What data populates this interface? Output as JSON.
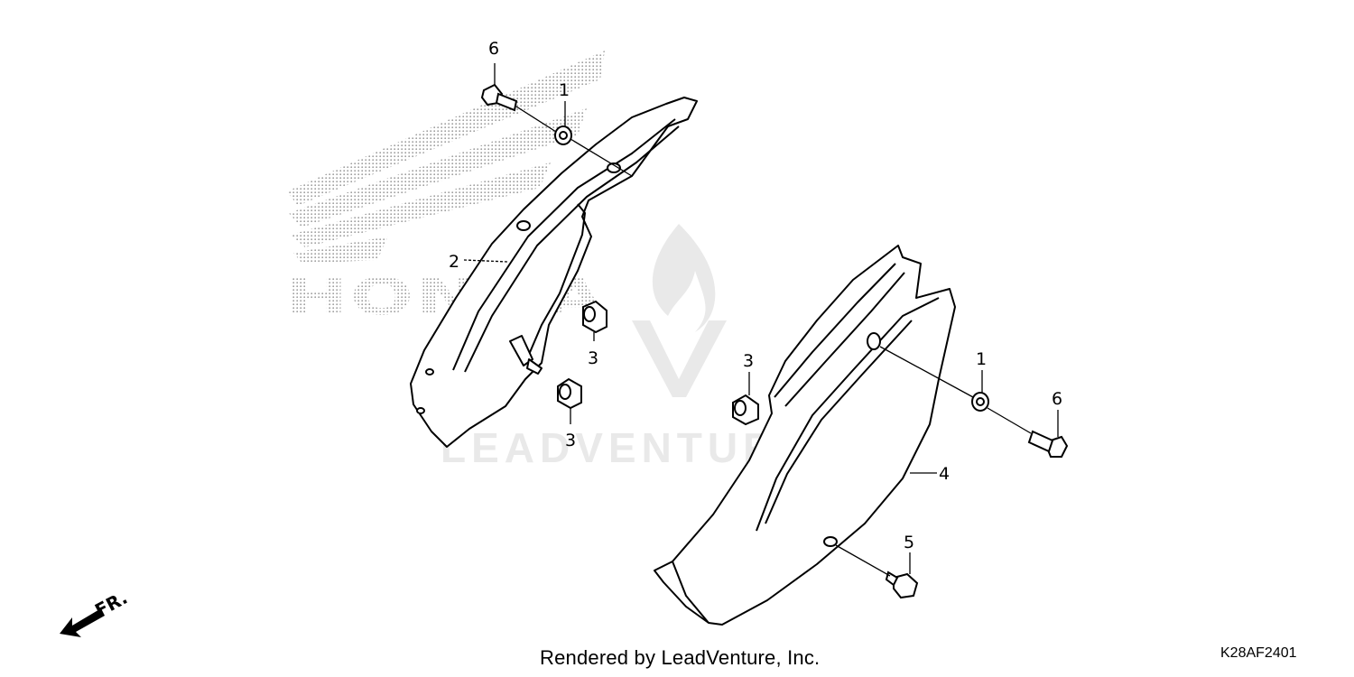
{
  "callouts": [
    {
      "id": "c1",
      "text": "6"
    },
    {
      "id": "c2",
      "text": "1"
    },
    {
      "id": "c3",
      "text": "2"
    },
    {
      "id": "c4",
      "text": "3"
    },
    {
      "id": "c5",
      "text": "3"
    },
    {
      "id": "c6",
      "text": "3"
    },
    {
      "id": "c7",
      "text": "1"
    },
    {
      "id": "c8",
      "text": "6"
    },
    {
      "id": "c9",
      "text": "4"
    },
    {
      "id": "c10",
      "text": "5"
    }
  ],
  "direction_label": "FR.",
  "brand_logo_text": "HONDA",
  "watermark_text": "LEADVENTURE",
  "footer": {
    "credit": "Rendered by LeadVenture, Inc.",
    "diagram_code": "K28AF2401"
  },
  "colors": {
    "line": "#000000",
    "dots": "#9a9a9a",
    "watermark": "#e9e9e9"
  }
}
